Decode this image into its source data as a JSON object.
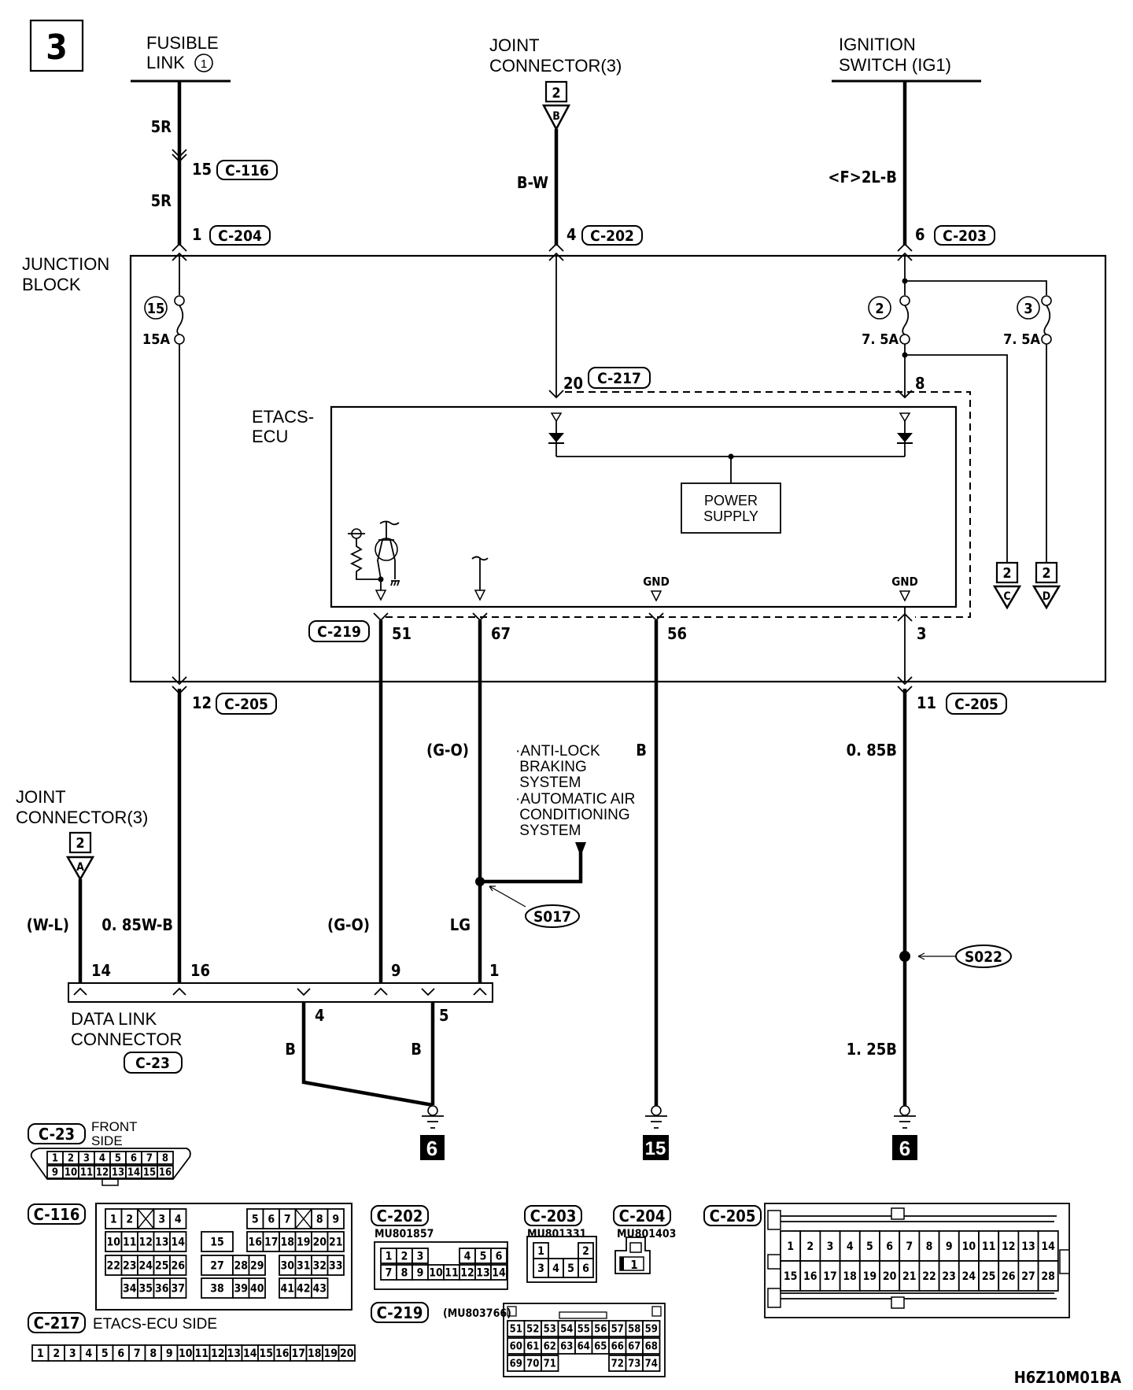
{
  "page": {
    "section_number": "3",
    "drawing_code": "H6Z10M01BA"
  },
  "sources": {
    "fusible_link": {
      "line1": "FUSIBLE",
      "line2": "LINK",
      "number": "1"
    },
    "joint_connector_top": {
      "line1": "JOINT",
      "line2": "CONNECTOR(3)",
      "page_ref": "2",
      "terminal": "B"
    },
    "ignition_switch": {
      "line1": "IGNITION",
      "line2": "SWITCH (IG1)"
    }
  },
  "wires": {
    "left_upper_color": "5R",
    "left_mid_color": "5R",
    "left_c116_pin": "15",
    "left_c116": "C-116",
    "left_c204_pin": "1",
    "left_c204": "C-204",
    "mid_color": "B-W",
    "mid_c202_pin": "4",
    "mid_c202": "C-202",
    "right_color": "<F>2L-B",
    "right_c203_pin": "6",
    "right_c203": "C-203"
  },
  "junction_block": {
    "label_line1": "JUNCTION",
    "label_line2": "BLOCK",
    "fuse_15": {
      "number": "15",
      "rating": "15A"
    },
    "fuse_2": {
      "number": "2",
      "rating": "7. 5A"
    },
    "fuse_3": {
      "number": "3",
      "rating": "7. 5A"
    },
    "c217_pin_20": "20",
    "c217": "C-217",
    "c217_pin_8": "8",
    "ref_c": {
      "page_ref": "2",
      "terminal": "C"
    },
    "ref_d": {
      "page_ref": "2",
      "terminal": "D"
    },
    "c219": "C-219",
    "c219_pin_51": "51",
    "c219_pin_67": "67",
    "c219_pin_56": "56",
    "c217_pin_3": "3",
    "c205_pin_12": "12",
    "c205_left": "C-205",
    "c205_pin_11": "11",
    "c205_right": "C-205"
  },
  "etacs_ecu": {
    "label_line1": "ETACS-",
    "label_line2": "ECU",
    "power_supply_line1": "POWER",
    "power_supply_line2": "SUPPLY",
    "gnd_left": "GND",
    "gnd_right": "GND"
  },
  "lower_wires": {
    "pin51_color": "(G-O)",
    "pin67_upper_color": "(G-O)",
    "pin67_lower_color": "LG",
    "pin56_color": "B",
    "right_upper_color": "0. 85B",
    "right_lower_color": "1. 25B",
    "jc_color": "(W-L)",
    "pin16_color": "0. 85W-B",
    "splice_s017": "S017",
    "splice_s022": "S022",
    "branch_note": [
      "·ANTI-LOCK",
      " BRAKING",
      " SYSTEM",
      "·AUTOMATIC AIR",
      " CONDITIONING",
      " SYSTEM"
    ]
  },
  "joint_connector_left": {
    "line1": "JOINT",
    "line2": "CONNECTOR(3)",
    "page_ref": "2",
    "terminal": "A"
  },
  "data_link_connector": {
    "label_line1": "DATA LINK",
    "label_line2": "CONNECTOR",
    "connector_id": "C-23",
    "pins_top": [
      "14",
      "16",
      "9",
      "1"
    ],
    "pins_bottom": [
      "4",
      "5"
    ],
    "pin4_color": "B",
    "pin5_color": "B"
  },
  "grounds": [
    {
      "id": "ground-6-left",
      "label": "6"
    },
    {
      "id": "ground-15",
      "label": "15"
    },
    {
      "id": "ground-6-right",
      "label": "6"
    }
  ],
  "connector_views": {
    "c23": {
      "id": "C-23",
      "note_line1": "FRONT",
      "note_line2": "SIDE",
      "row1": [
        "1",
        "2",
        "3",
        "4",
        "5",
        "6",
        "7",
        "8"
      ],
      "row2": [
        "9",
        "10",
        "11",
        "12",
        "13",
        "14",
        "15",
        "16"
      ]
    },
    "c116": {
      "id": "C-116",
      "row1": [
        "1",
        "2",
        "X",
        "3",
        "4",
        "",
        "",
        "",
        "5",
        "6",
        "7",
        "X",
        "8",
        "9"
      ],
      "row2": [
        "10",
        "11",
        "12",
        "13",
        "14",
        "15",
        "16",
        "17",
        "18",
        "19",
        "20",
        "21"
      ],
      "row3": [
        "22",
        "23",
        "24",
        "25",
        "26",
        "27",
        "28",
        "29",
        "30",
        "31",
        "32",
        "33"
      ],
      "row4": [
        "34",
        "35",
        "36",
        "37",
        "38",
        "39",
        "40",
        "41",
        "42",
        "43"
      ]
    },
    "c217": {
      "id": "C-217",
      "note": "ETACS-ECU SIDE",
      "pins": [
        "1",
        "2",
        "3",
        "4",
        "5",
        "6",
        "7",
        "8",
        "9",
        "10",
        "11",
        "12",
        "13",
        "14",
        "15",
        "16",
        "17",
        "18",
        "19",
        "20"
      ]
    },
    "c202": {
      "id": "C-202",
      "part": "MU801857",
      "row1": [
        "1",
        "2",
        "3",
        "",
        "",
        "4",
        "5",
        "6"
      ],
      "row2": [
        "7",
        "8",
        "9",
        "10",
        "11",
        "12",
        "13",
        "14"
      ]
    },
    "c203": {
      "id": "C-203",
      "part": "MU801331",
      "row1": [
        "1",
        "",
        "",
        "2"
      ],
      "row2": [
        "3",
        "4",
        "5",
        "6"
      ]
    },
    "c204": {
      "id": "C-204",
      "part": "MU801403",
      "pins": [
        "1"
      ]
    },
    "c205": {
      "id": "C-205",
      "row1": [
        "1",
        "2",
        "3",
        "4",
        "5",
        "6",
        "7",
        "8",
        "9",
        "10",
        "11",
        "12",
        "13",
        "14"
      ],
      "row2": [
        "15",
        "16",
        "17",
        "18",
        "19",
        "20",
        "21",
        "22",
        "23",
        "24",
        "25",
        "26",
        "27",
        "28"
      ]
    },
    "c219": {
      "id": "C-219",
      "part": "(MU803766)",
      "row1": [
        "51",
        "52",
        "53",
        "54",
        "55",
        "56",
        "57",
        "58",
        "59"
      ],
      "row2": [
        "60",
        "61",
        "62",
        "63",
        "64",
        "65",
        "66",
        "67",
        "68"
      ],
      "row3": [
        "69",
        "70",
        "71",
        "",
        "",
        "",
        "72",
        "73",
        "74"
      ]
    }
  }
}
